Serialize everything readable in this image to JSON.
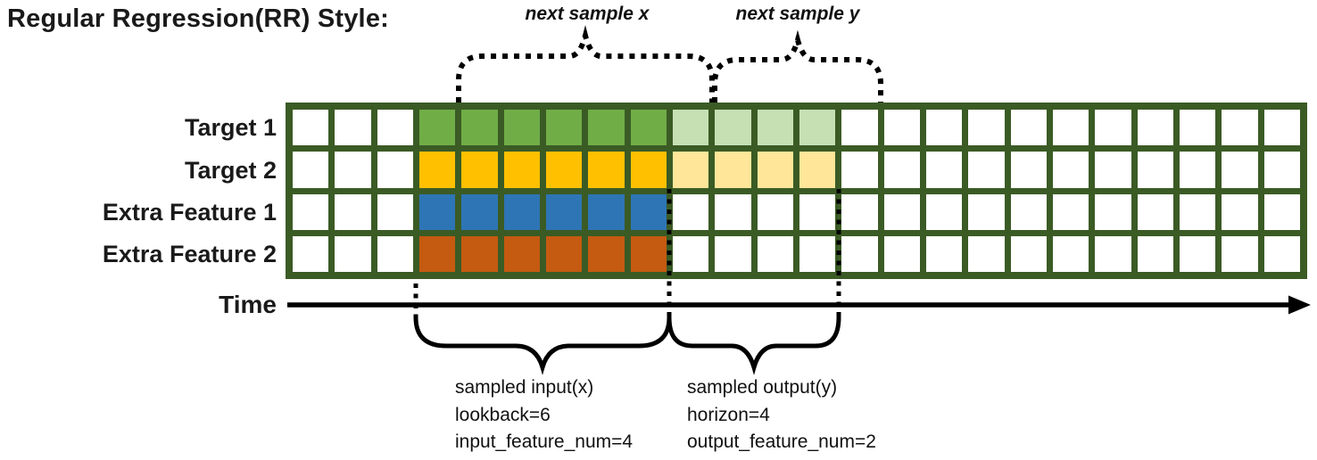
{
  "title": "Regular Regression(RR) Style:",
  "top_annotations": {
    "next_sample_x": "next sample x",
    "next_sample_y": "next sample y"
  },
  "axis": {
    "time_label": "Time"
  },
  "grid": {
    "columns": 24,
    "border_color": "#3B5B25",
    "empty_cell_color": "#FFFFFF",
    "input_cols": {
      "start": 4,
      "end": 9
    },
    "output_cols": {
      "start": 10,
      "end": 13
    },
    "rows": [
      {
        "label": "Target 1",
        "input_color": "#70AD47",
        "output_color": "#C6E0B4"
      },
      {
        "label": "Target 2",
        "input_color": "#FFC000",
        "output_color": "#FFE699"
      },
      {
        "label": "Extra Feature 1",
        "input_color": "#2E75B6",
        "output_color": null
      },
      {
        "label": "Extra Feature 2",
        "input_color": "#C55A11",
        "output_color": null
      }
    ]
  },
  "bottom_annotations": {
    "input_block": {
      "line1": "sampled input(x)",
      "line2": "lookback=6",
      "line3": "input_feature_num=4"
    },
    "output_block": {
      "line1": "sampled output(y)",
      "line2": "horizon=4",
      "line3": "output_feature_num=2"
    }
  }
}
